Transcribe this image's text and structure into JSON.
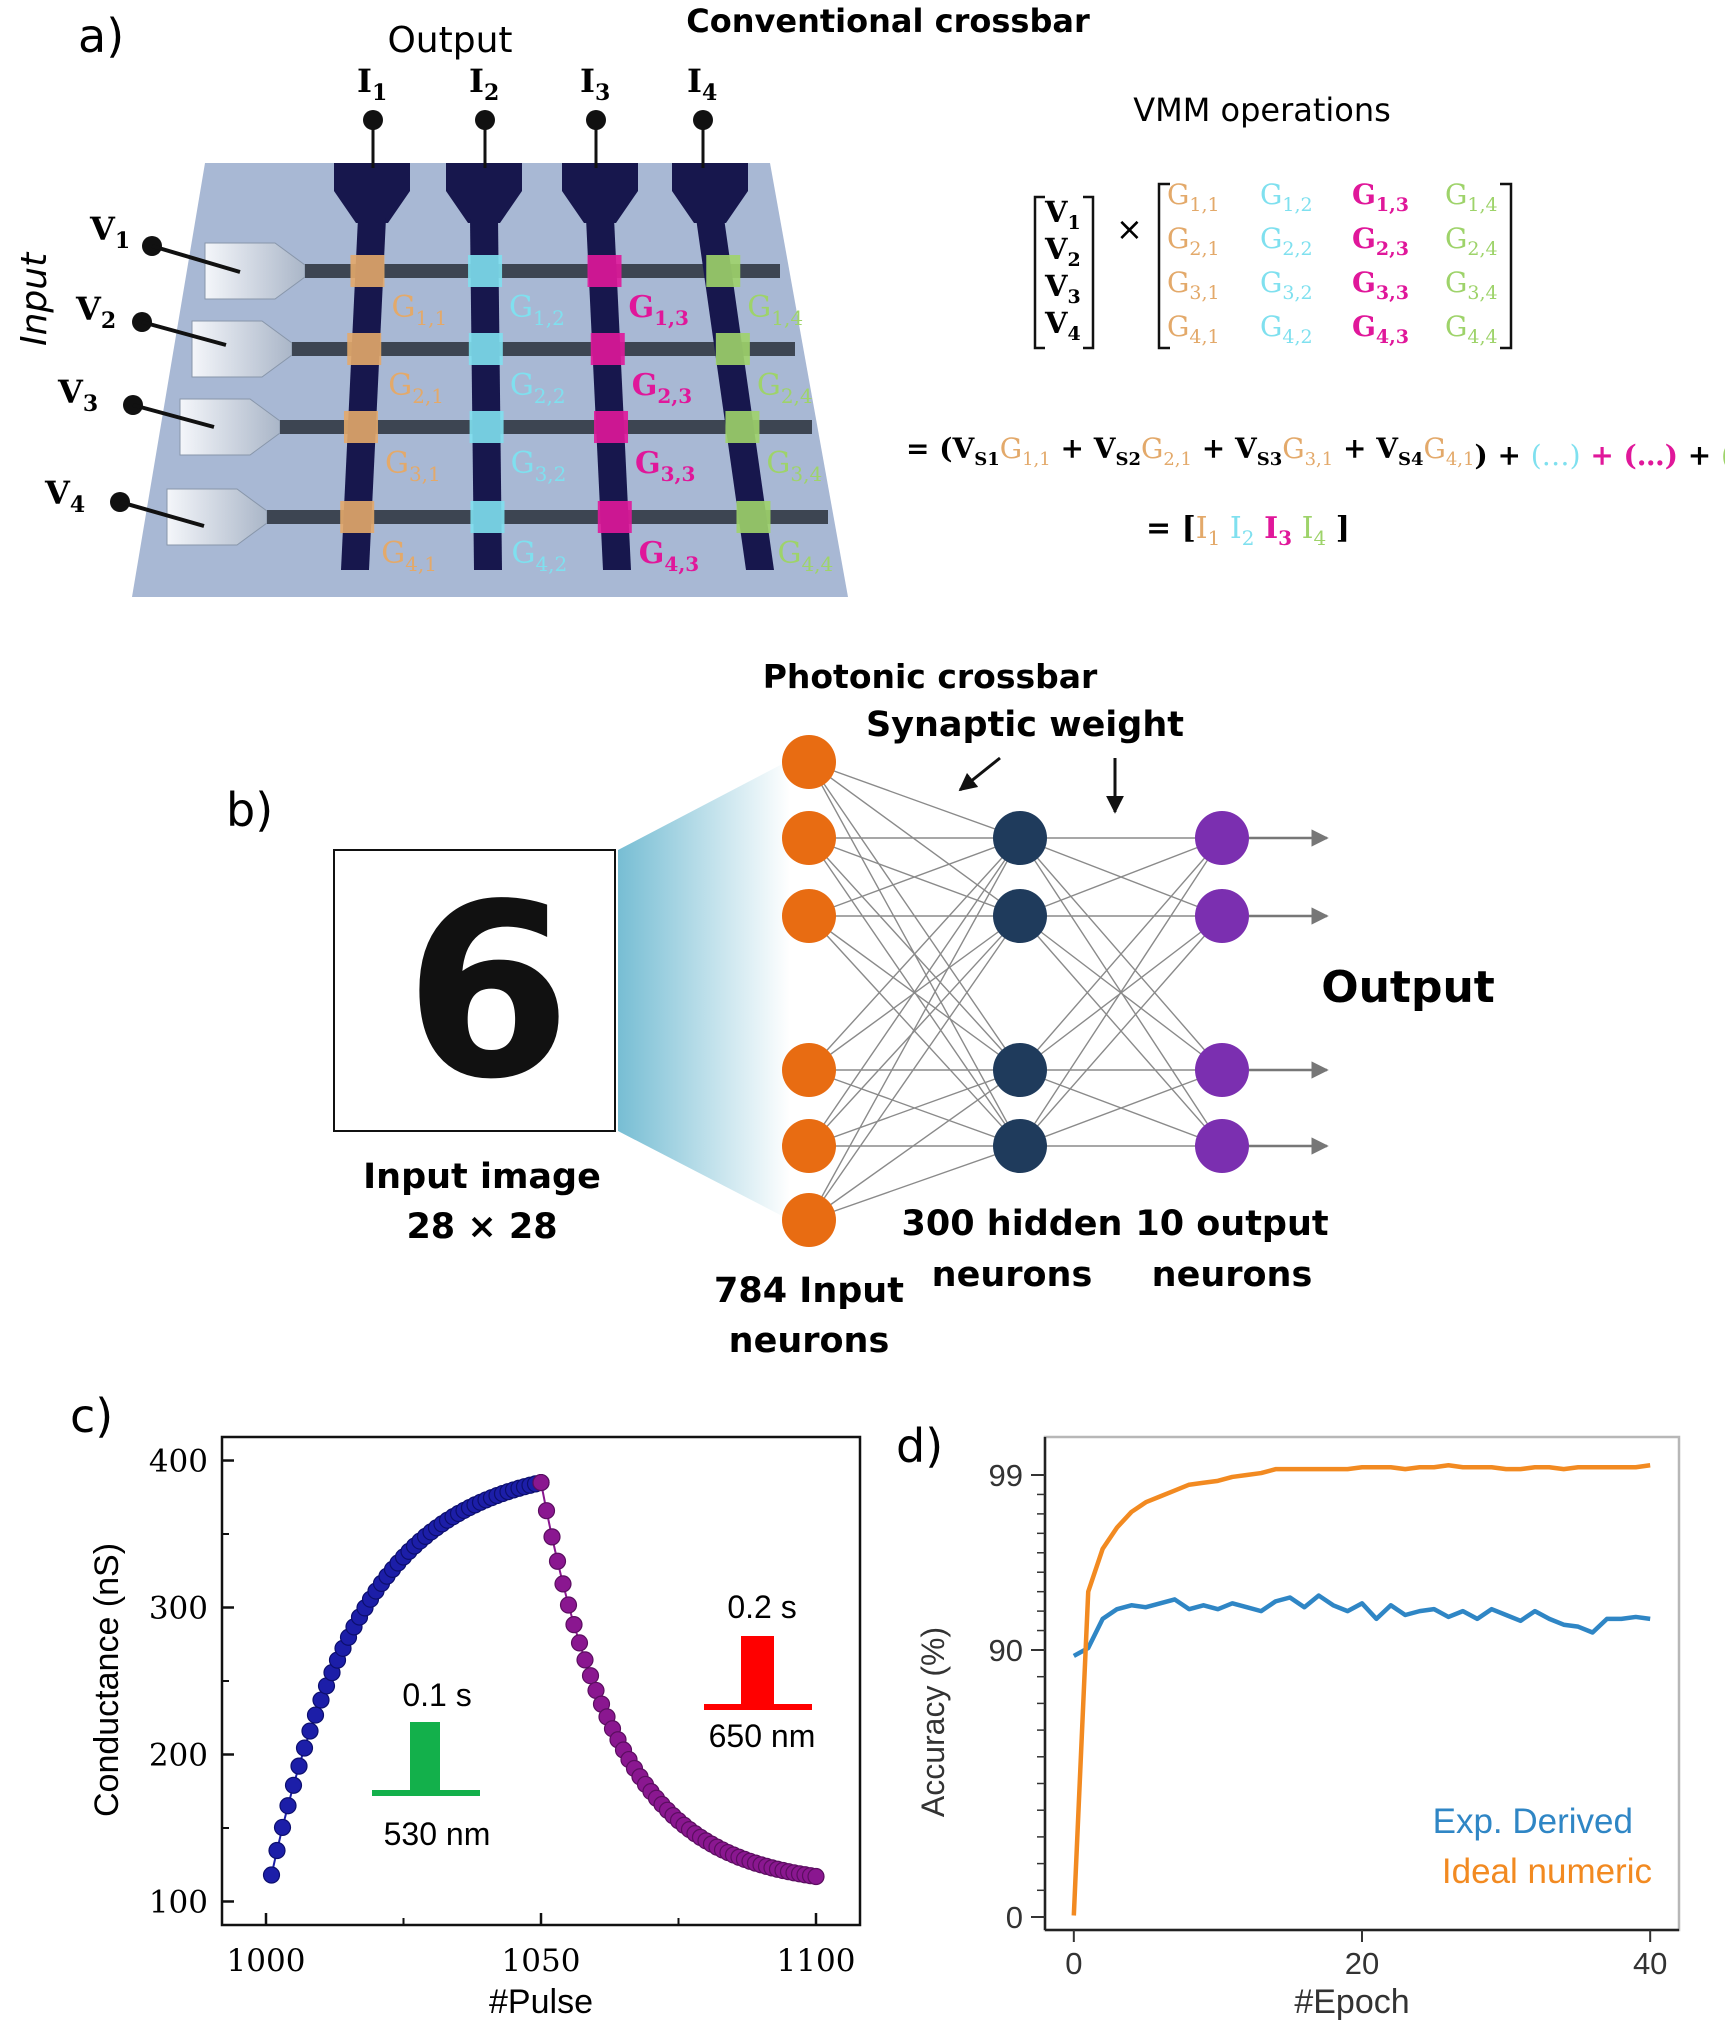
{
  "panel_a": {
    "label": "a)",
    "title": "Conventional crossbar",
    "output_label": "Output",
    "input_label": "Input",
    "currents": [
      "I",
      "I",
      "I",
      "I"
    ],
    "current_subs": [
      "1",
      "2",
      "3",
      "4"
    ],
    "voltages": [
      "V",
      "V",
      "V",
      "V"
    ],
    "voltage_subs": [
      "1",
      "2",
      "3",
      "4"
    ],
    "cells": [
      [
        "G",
        "G",
        "G",
        "G"
      ],
      [
        "G",
        "G",
        "G",
        "G"
      ],
      [
        "G",
        "G",
        "G",
        "G"
      ],
      [
        "G",
        "G",
        "G",
        "G"
      ]
    ],
    "cell_subs": [
      [
        "1,1",
        "1,2",
        "1,3",
        "1,4"
      ],
      [
        "2,1",
        "2,2",
        "2,3",
        "2,4"
      ],
      [
        "3,1",
        "3,2",
        "3,3",
        "3,4"
      ],
      [
        "4,1",
        "4,2",
        "4,3",
        "4,4"
      ]
    ],
    "column_colors": [
      "#e3a96a",
      "#7fe0ef",
      "#e0179a",
      "#9ed36a"
    ],
    "vmm_title": "VMM operations",
    "times": "×",
    "equation_line1": {
      "prefix": "= (",
      "terms": [
        {
          "v": "V",
          "vsub": "S1",
          "g": "G",
          "gsub": "1,1"
        },
        {
          "v": "V",
          "vsub": "S2",
          "g": "G",
          "gsub": "2,1"
        },
        {
          "v": "V",
          "vsub": "S3",
          "g": "G",
          "gsub": "3,1"
        },
        {
          "v": "V",
          "vsub": "S4",
          "g": "G",
          "gsub": "4,1"
        }
      ],
      "plus": "+",
      "close": ")",
      "ellipsis": "(…)"
    },
    "equation_line2": {
      "prefix": "= [",
      "close": "]"
    }
  },
  "panel_b": {
    "label": "b)",
    "photonic_title": "Photonic crossbar",
    "synaptic_label": "Synaptic weight",
    "digit": "6",
    "input_image_label": "Input image",
    "input_image_size": "28 × 28",
    "input_neurons_line1": "784 Input",
    "input_neurons_line2": "neurons",
    "hidden_line1": "300 hidden",
    "hidden_line2": "neurons",
    "output_neurons_line1": "10 output",
    "output_neurons_line2": "neurons",
    "output_label": "Output",
    "colors": {
      "input": "#e86c12",
      "hidden": "#1f3b5c",
      "output": "#7b2fb0"
    }
  },
  "chart_data": [
    {
      "type": "scatter",
      "panel": "c)",
      "title": "",
      "xlabel": "#Pulse",
      "ylabel": "Conductance (nS)",
      "xlim": [
        992,
        1108
      ],
      "ylim": [
        84,
        416
      ],
      "xticks": [
        1000,
        1050,
        1100
      ],
      "yticks": [
        100,
        200,
        300,
        400
      ],
      "series": [
        {
          "name": "",
          "color": "#1c1ea8",
          "x_start": 1001,
          "x_end": 1050,
          "y_start": 118,
          "y_end": 385
        },
        {
          "name": "",
          "color": "#8a1790",
          "x_start": 1050,
          "x_end": 1100,
          "y_start": 385,
          "y_end": 117
        }
      ],
      "annotations": {
        "green_pulse": {
          "duration": "0.1 s",
          "wavelength": "530 nm",
          "color": "#13b04b"
        },
        "red_pulse": {
          "duration": "0.2 s",
          "wavelength": "650 nm",
          "color": "#ff0000"
        }
      }
    },
    {
      "type": "line",
      "panel": "d)",
      "title": "",
      "xlabel": "#Epoch",
      "ylabel": "Accuracy (%)",
      "xlim": [
        -2,
        42
      ],
      "xticks": [
        0,
        20,
        40
      ],
      "yticks": [
        0,
        90,
        99
      ],
      "y_scale": "nonlinear (0–90 compressed)",
      "x": [
        0,
        1,
        2,
        3,
        4,
        5,
        6,
        7,
        8,
        9,
        10,
        11,
        12,
        13,
        14,
        15,
        16,
        17,
        18,
        19,
        20,
        21,
        22,
        23,
        24,
        25,
        26,
        27,
        28,
        29,
        30,
        31,
        32,
        33,
        34,
        35,
        36,
        37,
        38,
        39,
        40
      ],
      "series": [
        {
          "name": "Exp. Derived",
          "color": "#2f86c5",
          "values": [
            88,
            90.1,
            91.6,
            92.1,
            92.3,
            92.2,
            92.4,
            92.6,
            92.1,
            92.3,
            92.1,
            92.4,
            92.2,
            92.0,
            92.5,
            92.7,
            92.2,
            92.8,
            92.3,
            92.0,
            92.4,
            91.6,
            92.3,
            91.8,
            92.0,
            92.1,
            91.7,
            92.0,
            91.6,
            92.1,
            91.8,
            91.5,
            92.0,
            91.6,
            91.3,
            91.2,
            90.9,
            91.6,
            91.6,
            91.7,
            91.6
          ]
        },
        {
          "name": "Ideal numeric",
          "color": "#f28a21",
          "values": [
            0.5,
            93.0,
            95.2,
            96.3,
            97.1,
            97.6,
            97.9,
            98.2,
            98.5,
            98.6,
            98.7,
            98.9,
            99.0,
            99.1,
            99.3,
            99.3,
            99.3,
            99.3,
            99.3,
            99.3,
            99.4,
            99.4,
            99.4,
            99.3,
            99.4,
            99.4,
            99.5,
            99.4,
            99.4,
            99.4,
            99.3,
            99.3,
            99.4,
            99.4,
            99.3,
            99.4,
            99.4,
            99.4,
            99.4,
            99.4,
            99.5
          ]
        }
      ],
      "legend": "bottom-right"
    }
  ]
}
